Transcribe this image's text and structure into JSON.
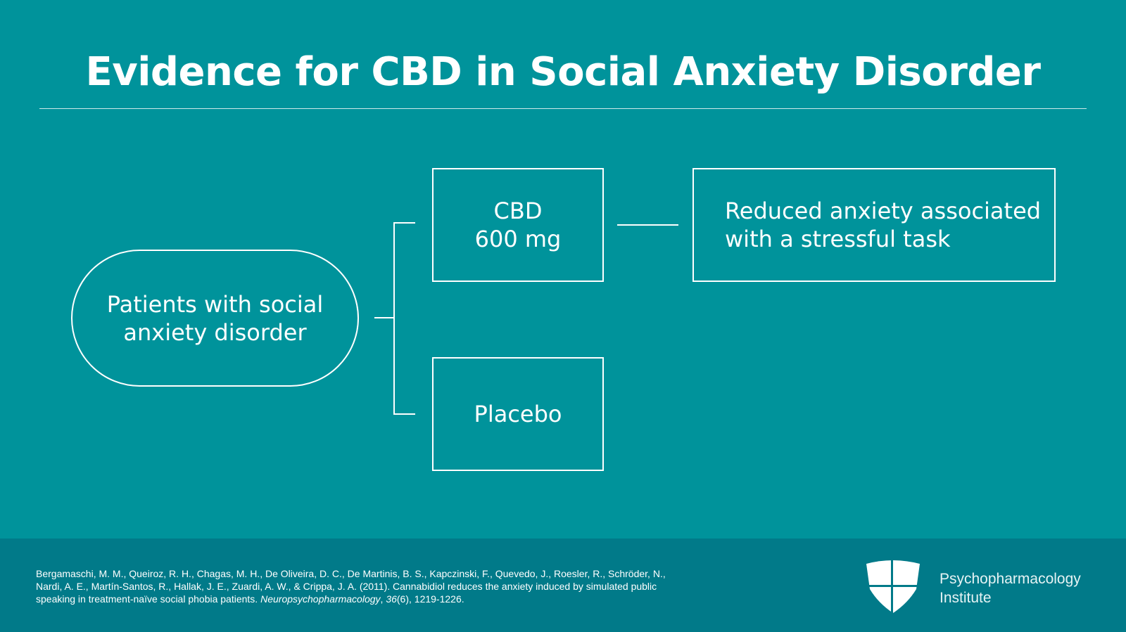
{
  "title": "Evidence for CBD in Social Anxiety Disorder",
  "diagram": {
    "population": "Patients with social anxiety disorder",
    "arm_cbd": {
      "line1": "CBD",
      "line2": "600 mg"
    },
    "arm_placebo": "Placebo",
    "outcome": {
      "line1": "Reduced anxiety associated",
      "line2": "with a stressful task"
    }
  },
  "footer": {
    "citation_text": "Bergamaschi, M. M., Queiroz, R. H., Chagas, M. H., De Oliveira, D. C., De Martinis, B. S., Kapczinski, F., Quevedo, J., Roesler, R., Schröder, N., Nardi, A. E., Martín-Santos, R., Hallak, J. E., Zuardi, A. W., & Crippa, J. A. (2011). Cannabidiol reduces the anxiety induced by simulated public speaking in treatment-naïve social phobia patients. ",
    "journal": "Neuropsychopharmacology",
    "volume": "36",
    "issue_pages": "(6), 1219-1226.",
    "logo_line1": "Psychopharmacology",
    "logo_line2": "Institute"
  },
  "colors": {
    "background": "#00939b",
    "footer": "#017a89"
  }
}
